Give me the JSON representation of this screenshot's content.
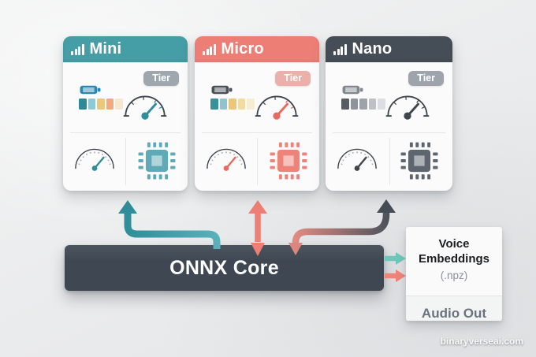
{
  "page": {
    "watermark": "binaryverseai.com"
  },
  "cards": [
    {
      "title": "Mini",
      "badge_label": "Tier",
      "accent": "#459DA6",
      "badge_color": "#9FA7AE",
      "battery_color": "#2F86AC",
      "needle_color": "#2E8E9A",
      "chip_color": "#5FAAB6",
      "swatches": [
        "#2E8B96",
        "#8FC9D6",
        "#EBC77D",
        "#F2A97E",
        "#F6E8D0"
      ]
    },
    {
      "title": "Micro",
      "badge_label": "Tier",
      "accent": "#ED7E75",
      "badge_color": "#ECAFA9",
      "battery_color": "#4A5057",
      "needle_color": "#E96A5E",
      "chip_color": "#EE837A",
      "swatches": [
        "#37909A",
        "#8FC3CF",
        "#EDC67B",
        "#F1DBA1",
        "#F7EDD3"
      ]
    },
    {
      "title": "Nano",
      "badge_label": "Tier",
      "accent": "#454D56",
      "badge_color": "#9DA4AB",
      "battery_color": "#80878F",
      "needle_color": "#3E4750",
      "chip_color": "#5D656E",
      "swatches": [
        "#555C64",
        "#8E939B",
        "#9EA3AB",
        "#BDC1C7",
        "#DCDEE2"
      ]
    }
  ],
  "core": {
    "label": "ONNX Core",
    "bg": "#3F4852"
  },
  "outputs": {
    "voice_title": "Voice Embeddings",
    "voice_format": "(.npz)",
    "audio_label": "Audio Out"
  },
  "arrows": {
    "teal_dark": "#2F8E99",
    "teal_light": "#63B7C2",
    "coral": "#EE7F74",
    "mix_start": "#DE8B82",
    "mix_end": "#4A525B",
    "dark_head": "#454D56",
    "mix_head": "#DB867E",
    "mint": "#6FC7BB",
    "coral_out": "#F08478"
  },
  "icons": {
    "header_icon": "bar-chart-icon",
    "memory_icon": "battery-icon",
    "speed_icon": "gauge-icon",
    "hardware_icon": "chip-icon"
  }
}
